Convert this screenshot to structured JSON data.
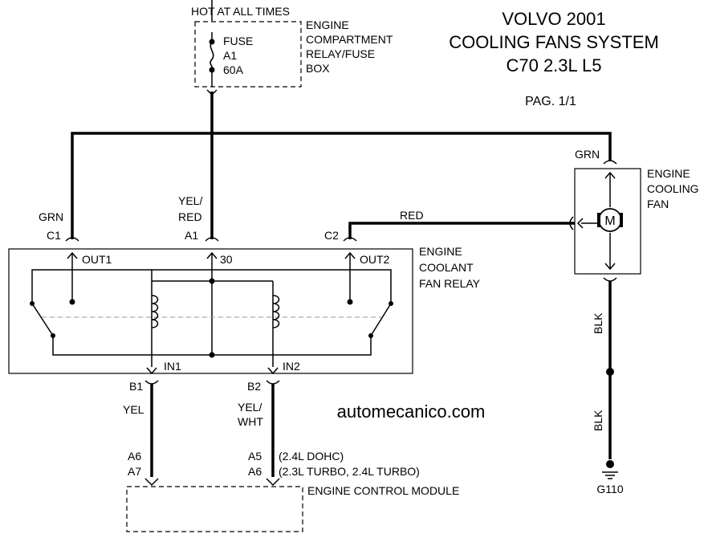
{
  "header": {
    "title_line1": "VOLVO 2001",
    "title_line2": "COOLING FANS SYSTEM",
    "title_line3": "C70 2.3L L5",
    "page": "PAG. 1/1",
    "website": "automecanico.com"
  },
  "fuse_box": {
    "top_label": "HOT AT ALL TIMES",
    "fuse_line1": "FUSE",
    "fuse_line2": "A1",
    "fuse_line3": "60A",
    "name_line1": "ENGINE",
    "name_line2": "COMPARTMENT",
    "name_line3": "RELAY/FUSE",
    "name_line4": "BOX"
  },
  "relay": {
    "name_line1": "ENGINE",
    "name_line2": "COOLANT",
    "name_line3": "FAN RELAY",
    "pin_out1": "OUT1",
    "pin_30": "30",
    "pin_out2": "OUT2",
    "pin_in1": "IN1",
    "pin_in2": "IN2"
  },
  "connectors": {
    "c1": "C1",
    "a1": "A1",
    "c2": "C2",
    "b1": "B1",
    "b2": "B2"
  },
  "wires": {
    "grn_left": "GRN",
    "yel_red_line1": "YEL/",
    "yel_red_line2": "RED",
    "red": "RED",
    "grn_fan": "GRN",
    "yel": "YEL",
    "yel_wht_line1": "YEL/",
    "yel_wht_line2": "WHT",
    "blk_upper": "BLK",
    "blk_lower": "BLK"
  },
  "fan": {
    "motor_symbol": "M",
    "name_line1": "ENGINE",
    "name_line2": "COOLING",
    "name_line3": "FAN"
  },
  "ground": {
    "label": "G110"
  },
  "ecm": {
    "pin_a6_left": "A6",
    "pin_a7": "A7",
    "pin_a5": "A5",
    "pin_a6_right": "A6",
    "note1": "(2.4L DOHC)",
    "note2": "(2.3L TURBO, 2.4L TURBO)",
    "name": "ENGINE CONTROL MODULE"
  }
}
